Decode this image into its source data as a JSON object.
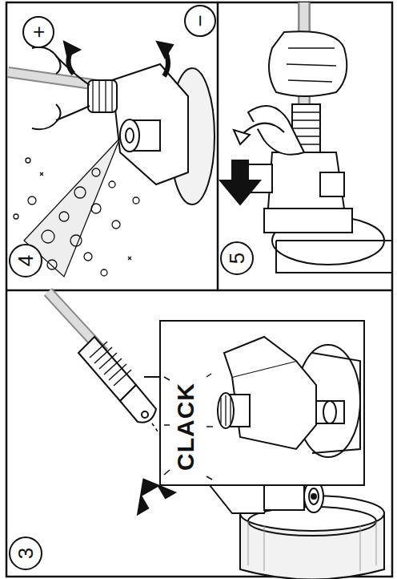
{
  "diagram": {
    "nodes": [
      {
        "text": [
          "3"
        ]
      },
      {
        "text": [
          "4"
        ]
      },
      {
        "text": [
          "+"
        ]
      },
      {
        "text": [
          "−"
        ]
      },
      {
        "text": [
          "5"
        ]
      }
    ],
    "labels": [
      "CLACK"
    ]
  }
}
